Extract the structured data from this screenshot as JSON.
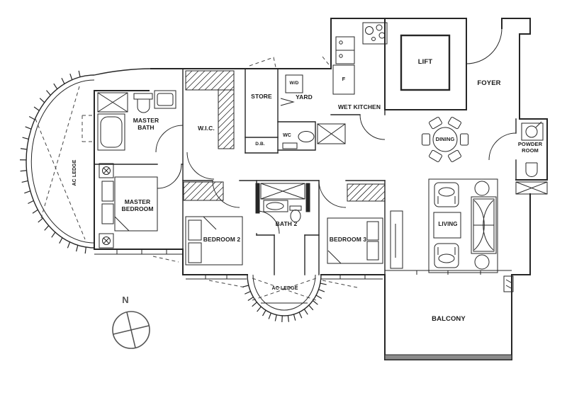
{
  "rooms": {
    "master_bath": "MASTER BATH",
    "wic": "W.I.C.",
    "store": "STORE",
    "yard": "YARD",
    "wet_kitchen": "WET KITCHEN",
    "lift": "LIFT",
    "foyer": "FOYER",
    "dining": "DINING",
    "powder_room": "POWDER ROOM",
    "master_bedroom": "MASTER BEDROOM",
    "bedroom2": "BEDROOM 2",
    "bath2": "BATH 2",
    "bedroom3": "BEDROOM 3",
    "living": "LIVING",
    "balcony": "BALCONY",
    "ac_ledge_left": "AC LEDGE",
    "ac_ledge_bottom": "AC LEDGE"
  },
  "fixture_labels": {
    "washer_dryer": "W/D",
    "water_closet": "WC",
    "fridge": "F",
    "distribution_board": "D.B."
  },
  "compass": {
    "north": "N"
  },
  "colors": {
    "line": "#262626",
    "background": "#ffffff",
    "balcony_band": "#8a8a8a"
  }
}
